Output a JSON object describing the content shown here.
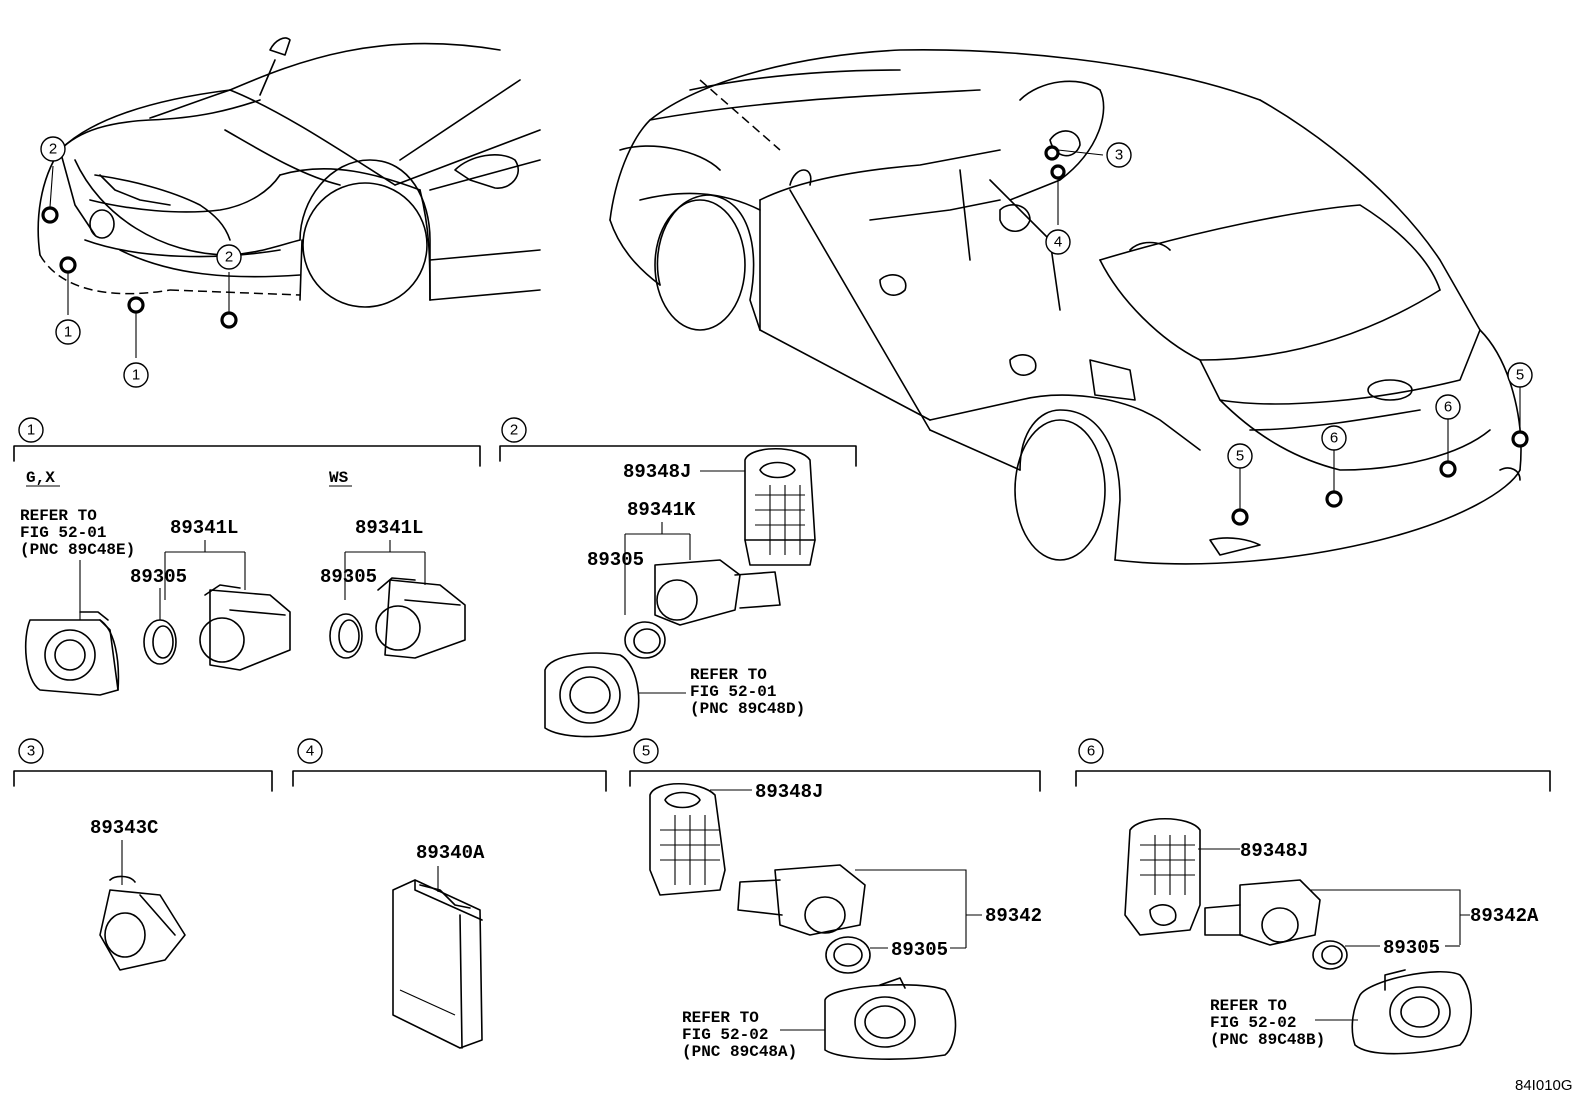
{
  "labels": {
    "sections": [
      "1",
      "2",
      "3",
      "4",
      "5",
      "6"
    ],
    "variant_gx": "G,X",
    "variant_ws": "WS",
    "refer_to": "REFER TO",
    "fig_52_01": "FIG 52-01",
    "fig_52_02": "FIG 52-02",
    "pnc_89c48e": "(PNC 89C48E)",
    "pnc_89c48d": "(PNC 89C48D)",
    "pnc_89c48a": "(PNC 89C48A)",
    "pnc_89c48b": "(PNC 89C48B)",
    "diagram_code": "84I010G"
  },
  "parts": {
    "p89341L": "89341L",
    "p89341K": "89341K",
    "p89305": "89305",
    "p89348J": "89348J",
    "p89343C": "89343C",
    "p89340A": "89340A",
    "p89342": "89342",
    "p89342A": "89342A"
  }
}
